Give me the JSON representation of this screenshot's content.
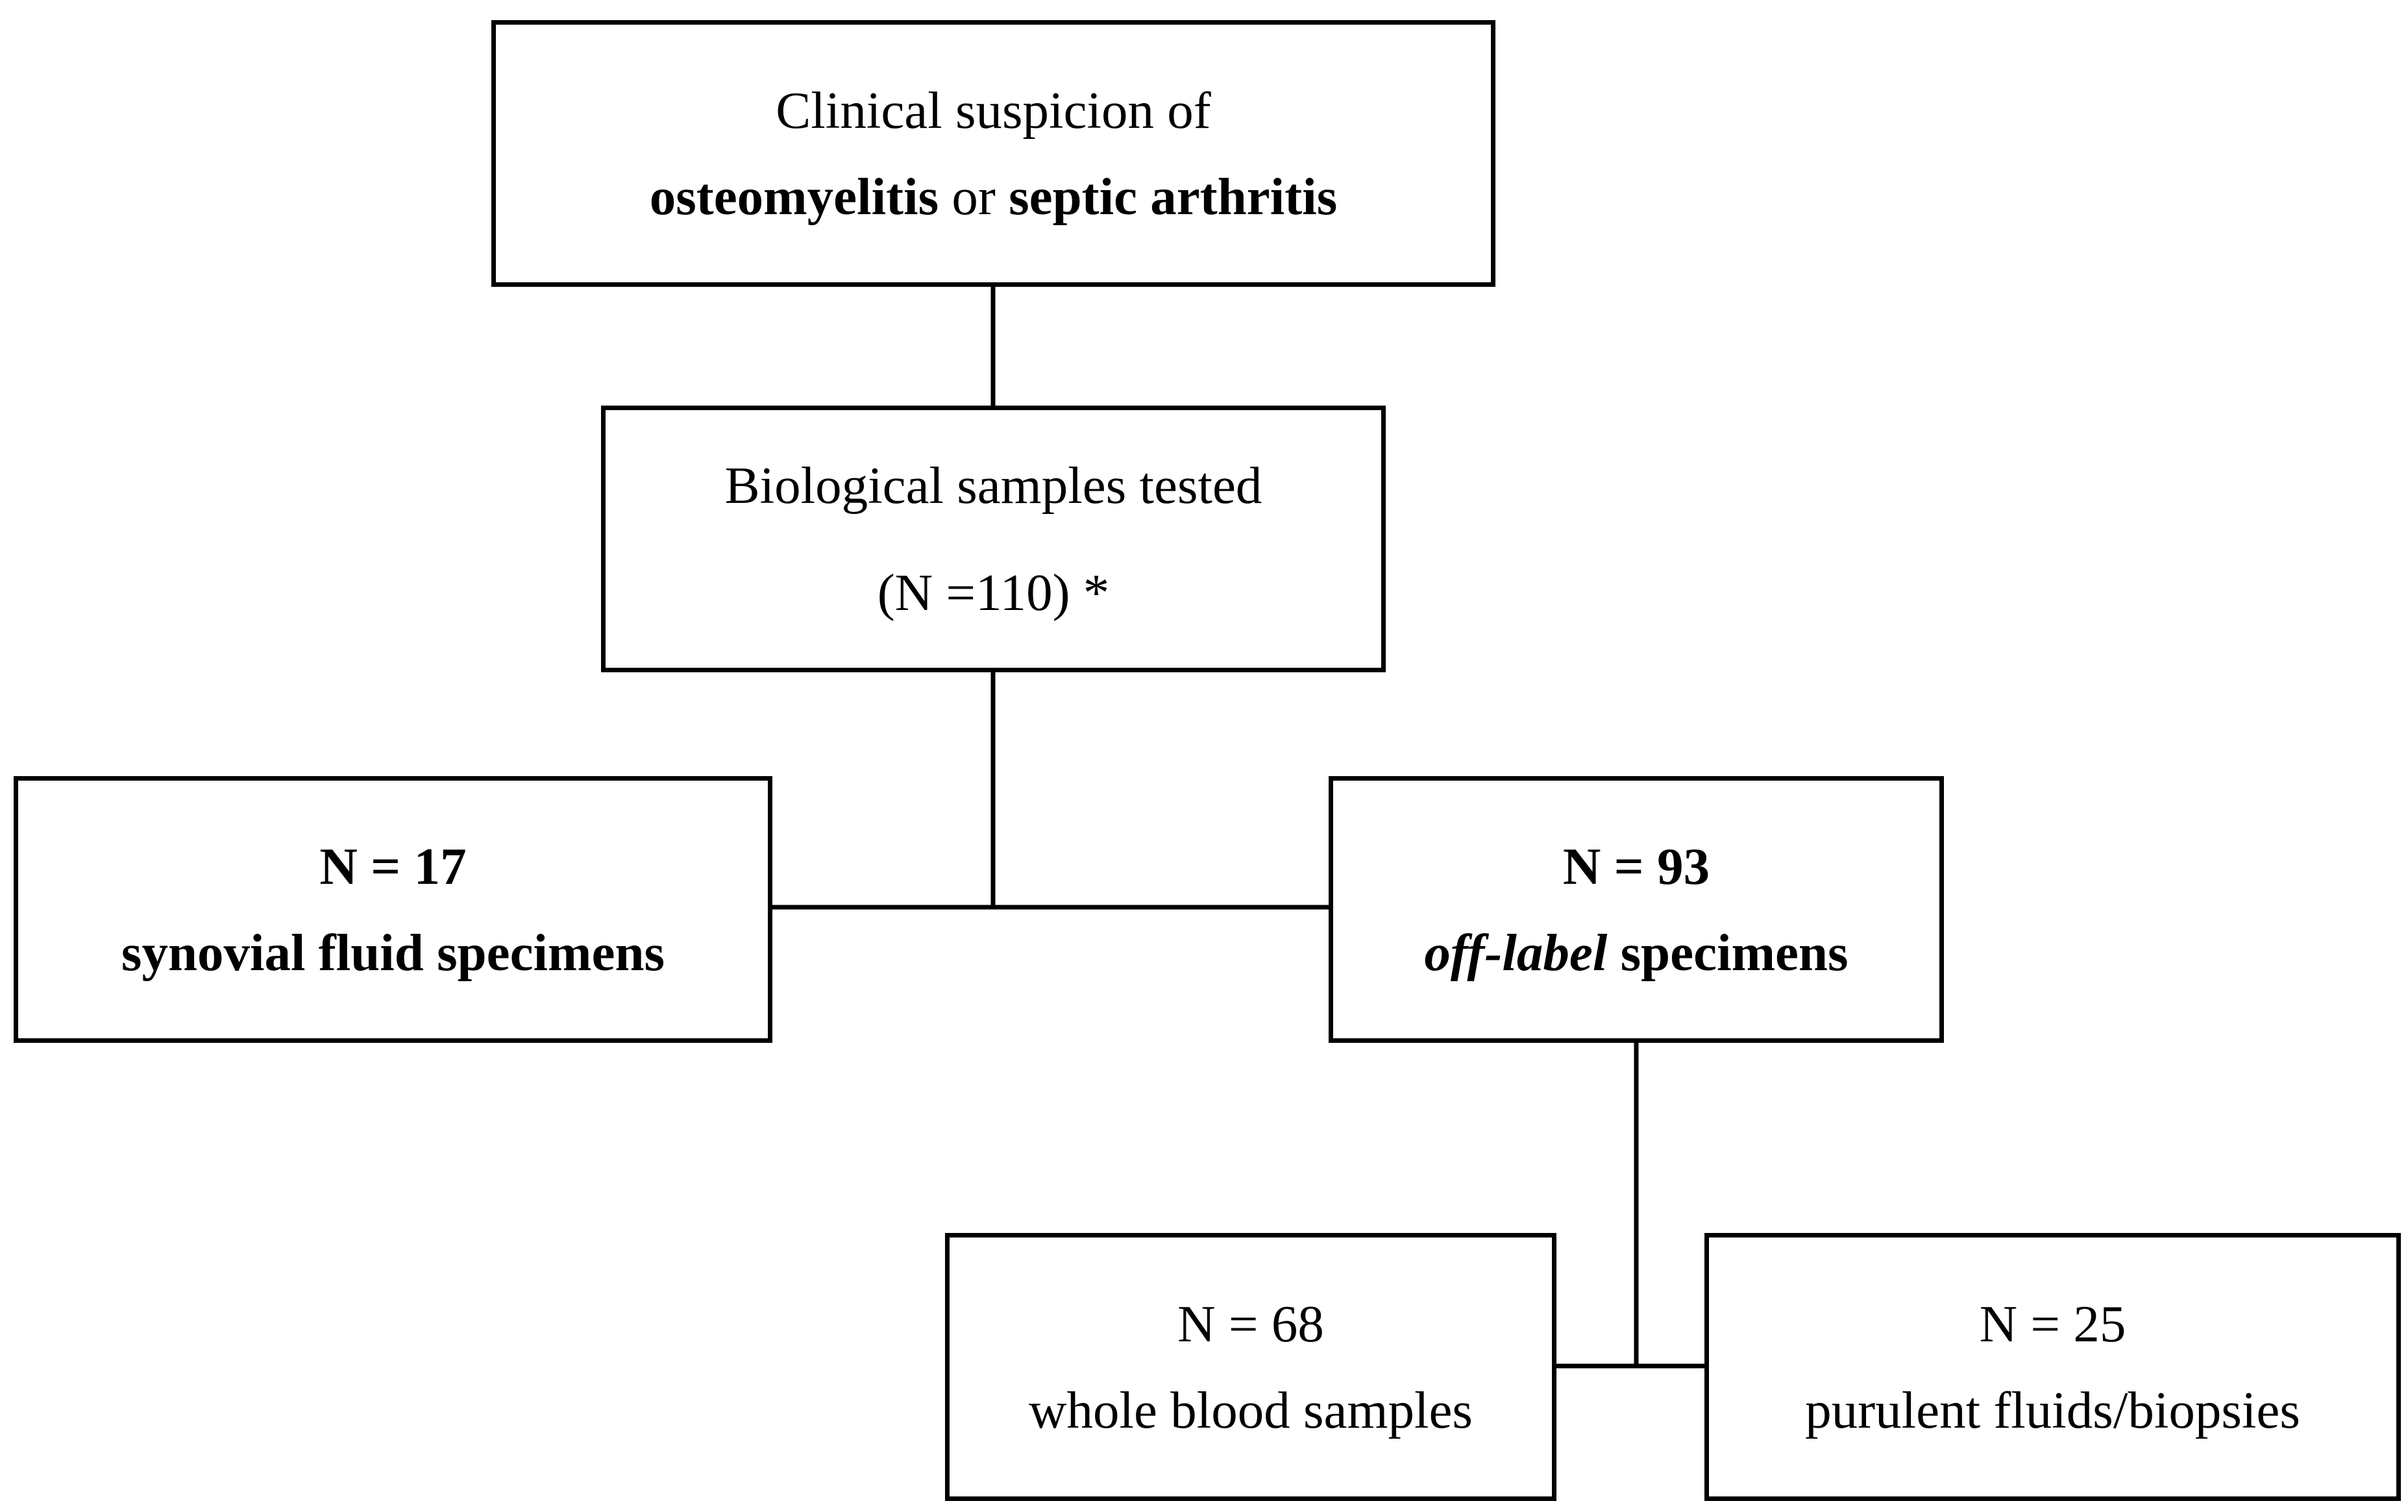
{
  "root": {
    "line1": "Clinical suspicion of",
    "term1": "osteomyelitis",
    "connector_word": " or ",
    "term2": "septic arthritis"
  },
  "samples": {
    "line1": "Biological samples tested",
    "line2": "(N =110) *"
  },
  "synovial": {
    "count": "N = 17",
    "label": "synovial fluid specimens"
  },
  "off_label": {
    "count": "N = 93",
    "italic_part": "off-label",
    "label_rest": " specimens"
  },
  "whole_blood": {
    "count": "N = 68",
    "label": "whole blood samples"
  },
  "purulent": {
    "count": "N = 25",
    "label": "purulent fluids/biopsies"
  }
}
